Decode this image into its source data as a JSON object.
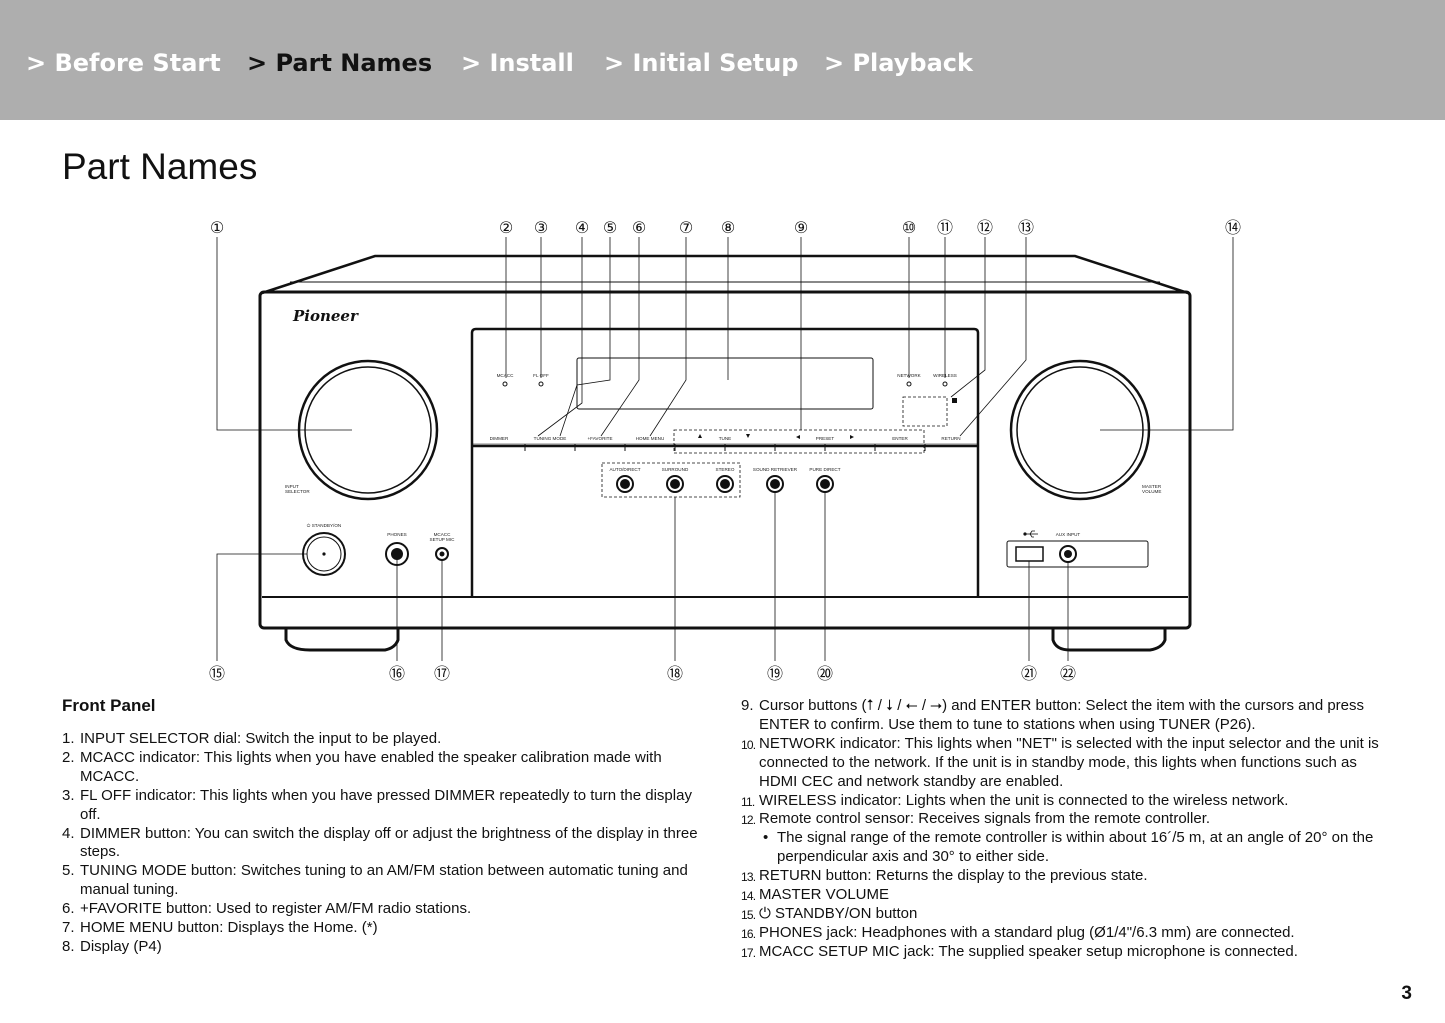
{
  "nav": {
    "items": [
      {
        "label": "> Before Start",
        "active": false
      },
      {
        "label": "> Part Names",
        "active": true
      },
      {
        "label": "> Install",
        "active": false
      },
      {
        "label": "> Initial Setup",
        "active": false
      },
      {
        "label": "> Playback",
        "active": false
      }
    ]
  },
  "page": {
    "title": "Part Names",
    "number": "3"
  },
  "diagram": {
    "brand": "Pioneer",
    "top_callouts": [
      "①",
      "②",
      "③",
      "④",
      "⑤",
      "⑥",
      "⑦",
      "⑧",
      "⑨",
      "⑩",
      "⑪",
      "⑫",
      "⑬",
      "⑭"
    ],
    "bottom_callouts": [
      "⑮",
      "⑯",
      "⑰",
      "⑱",
      "⑲",
      "⑳",
      "㉑",
      "㉒"
    ],
    "labels": {
      "mcacc": "MCACC",
      "fl_off": "FL OFF",
      "network": "NETWORK",
      "wireless": "WIRELESS",
      "dimmer": "DIMMER",
      "tuning_mode": "TUNING MODE",
      "favorite": "+FAVORITE",
      "home_menu": "HOME MENU",
      "tune": "TUNE",
      "preset": "PRESET",
      "enter": "ENTER",
      "return": "RETURN",
      "auto_direct": "AUTO/DIRECT",
      "surround": "SURROUND",
      "stereo": "STEREO",
      "sound_retriever": "SOUND RETRIEVER",
      "pure_direct": "PURE DIRECT",
      "input_selector_1": "INPUT",
      "input_selector_2": "SELECTOR",
      "master_volume_1": "MASTER",
      "master_volume_2": "VOLUME",
      "standby_on": "⏻ STANDBY/ON",
      "phones": "PHONES",
      "mcacc_mic_1": "MCACC",
      "mcacc_mic_2": "SETUP MIC",
      "aux_input": "AUX INPUT",
      "usb_symbol": "⭠⟶"
    }
  },
  "front_panel": {
    "heading": "Front Panel",
    "left_items": [
      {
        "num": "1.",
        "text": "INPUT SELECTOR dial: Switch the input to be played."
      },
      {
        "num": "2.",
        "text": "MCACC indicator: This lights when you have enabled the speaker calibration made with MCACC."
      },
      {
        "num": "3.",
        "text": "FL OFF indicator: This lights when you have pressed DIMMER repeatedly to turn the display off."
      },
      {
        "num": "4.",
        "text": "DIMMER button: You can switch the display off or adjust the brightness of the display in three steps."
      },
      {
        "num": "5.",
        "text": "TUNING MODE button: Switches tuning to an AM/FM station between automatic tuning and manual tuning."
      },
      {
        "num": "6.",
        "text": "+FAVORITE button: Used to register AM/FM radio stations."
      },
      {
        "num": "7.",
        "text": "HOME MENU button: Displays the Home. (*)"
      },
      {
        "num": "8.",
        "text": "Display (P4)"
      }
    ],
    "right_items": [
      {
        "num": "9.",
        "text": "Cursor buttons (⭡ / ⭣ / ⭠ / ⭢) and ENTER button: Select the item with the cursors and press ENTER to confirm. Use them to tune to stations when using TUNER (P26)."
      },
      {
        "num": "10.",
        "text": "NETWORK indicator: This lights when \"NET\" is selected with the input selector and the unit is connected to the network. If the unit is in standby mode, this lights when functions such as HDMI CEC and network standby are enabled."
      },
      {
        "num": "11.",
        "text": "WIRELESS indicator: Lights when the unit is connected to the wireless network."
      },
      {
        "num": "12.",
        "text": "Remote control sensor: Receives signals from the remote controller."
      },
      {
        "num": "13.",
        "text": "RETURN button: Returns the display to the previous state."
      },
      {
        "num": "14.",
        "text": "MASTER VOLUME"
      },
      {
        "num": "15.",
        "text": "⏻ STANDBY/ON button"
      },
      {
        "num": "16.",
        "text": "PHONES jack: Headphones with a standard plug (Ø1/4\"/6.3 mm) are connected."
      },
      {
        "num": "17.",
        "text": "MCACC SETUP MIC jack: The supplied speaker setup microphone is connected."
      }
    ],
    "note_12": "The signal range of the remote controller is within about 16´/5 m, at an angle of 20° on the perpendicular axis and 30° to either side."
  }
}
